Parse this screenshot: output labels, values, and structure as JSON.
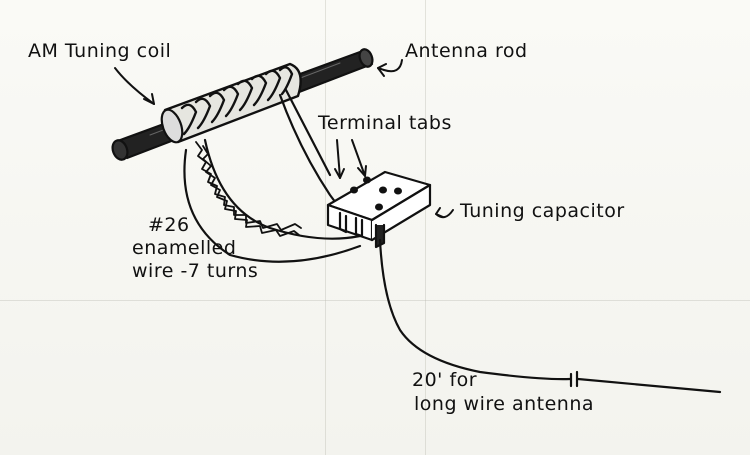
{
  "labels": {
    "tuning_coil": "AM Tuning coil",
    "antenna_rod": "Antenna rod",
    "terminal_tabs": "Terminal tabs",
    "tuning_capacitor": "Tuning capacitor",
    "wire_gauge": "#26",
    "wire_type": "enamelled",
    "wire_turns": "wire -7 turns",
    "long_wire_1": "20' for",
    "long_wire_2": "long wire antenna"
  },
  "colors": {
    "ink": "#111111",
    "paper": "#f7f7f3"
  }
}
